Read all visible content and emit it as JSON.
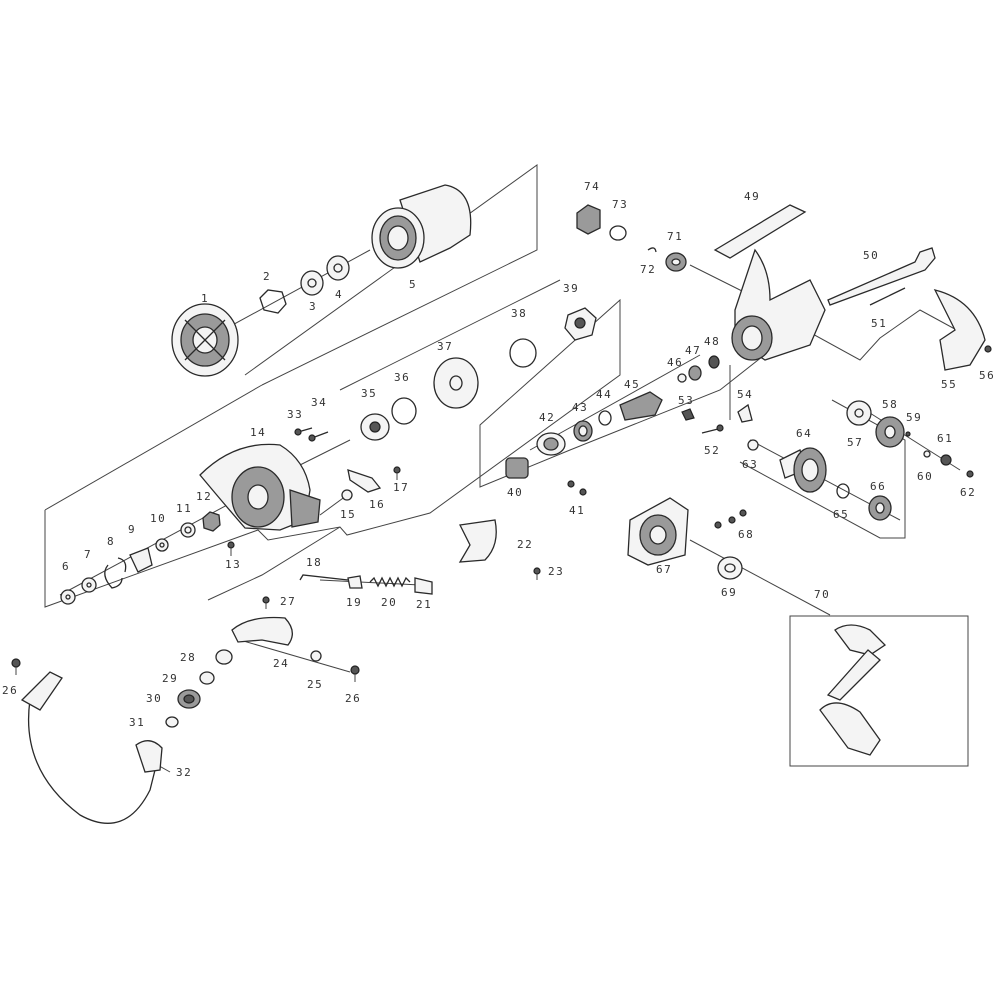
{
  "labels": {
    "p1": "1",
    "p2": "2",
    "p3": "3",
    "p4": "4",
    "p5": "5",
    "p6": "6",
    "p7": "7",
    "p8": "8",
    "p9": "9",
    "p10": "10",
    "p11": "11",
    "p12": "12",
    "p13": "13",
    "p14": "14",
    "p15": "15",
    "p16": "16",
    "p17": "17",
    "p18": "18",
    "p19": "19",
    "p20": "20",
    "p21": "21",
    "p22": "22",
    "p23": "23",
    "p24": "24",
    "p25": "25",
    "p26a": "26",
    "p26b": "26",
    "p27": "27",
    "p28": "28",
    "p29": "29",
    "p30": "30",
    "p31": "31",
    "p32": "32",
    "p33": "33",
    "p34": "34",
    "p35": "35",
    "p36": "36",
    "p37": "37",
    "p38": "38",
    "p39": "39",
    "p40": "40",
    "p41": "41",
    "p42": "42",
    "p43": "43",
    "p44": "44",
    "p45": "45",
    "p46": "46",
    "p47": "47",
    "p48": "48",
    "p49": "49",
    "p50": "50",
    "p51": "51",
    "p52": "52",
    "p53": "53",
    "p54": "54",
    "p55": "55",
    "p56": "56",
    "p57": "57",
    "p58": "58",
    "p59": "59",
    "p60": "60",
    "p61": "61",
    "p62": "62",
    "p63": "63",
    "p64": "64",
    "p65": "65",
    "p66": "66",
    "p67": "67",
    "p68": "68",
    "p69": "69",
    "p70": "70",
    "p71": "71",
    "p72": "72",
    "p73": "73",
    "p74": "74"
  }
}
